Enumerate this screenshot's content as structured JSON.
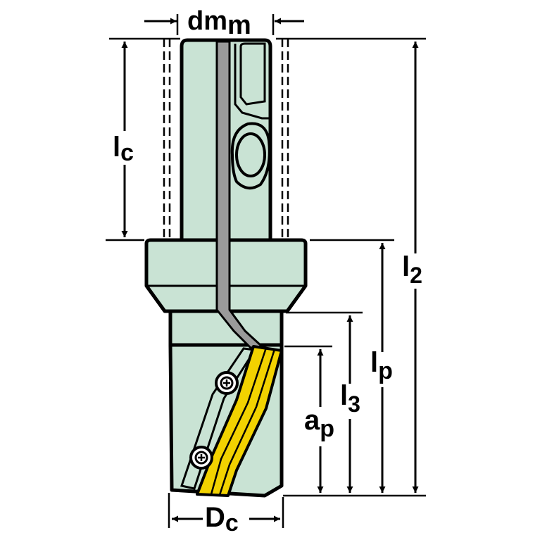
{
  "labels": {
    "dmm_main": "dm",
    "dmm_sub": "m",
    "lc_main": "l",
    "lc_sub": "c",
    "l2_main": "l",
    "l2_sub": "2",
    "lp_main": "l",
    "lp_sub": "p",
    "l3_main": "l",
    "l3_sub": "3",
    "ap_main": "a",
    "ap_sub": "p",
    "dc_main": "D",
    "dc_sub": "c"
  },
  "colors": {
    "body": "#c9e3d4",
    "coolant_channel": "#9a9a9a",
    "insert": "#f2d200",
    "outline": "#000000",
    "background": "#ffffff"
  }
}
